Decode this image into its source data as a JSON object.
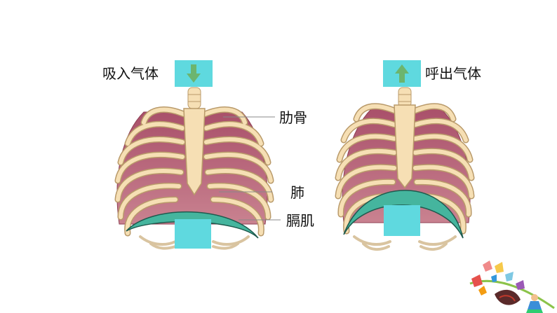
{
  "labels": {
    "inhale": "吸入气体",
    "exhale": "呼出气体",
    "ribs": "肋骨",
    "lung": "肺",
    "diaphragm": "膈肌"
  },
  "colors": {
    "cyan_box": "#5fd9df",
    "arrow_green": "#6cb56e",
    "bone": "#f6dfb4",
    "bone_outline": "#b99a6a",
    "lung": "#b45a6e",
    "diaphragm": "#45b59e",
    "label_line": "#888888"
  },
  "icons": {
    "down": "arrow-down-icon",
    "up": "arrow-up-icon",
    "decor": "butterflies-decoration-icon"
  }
}
